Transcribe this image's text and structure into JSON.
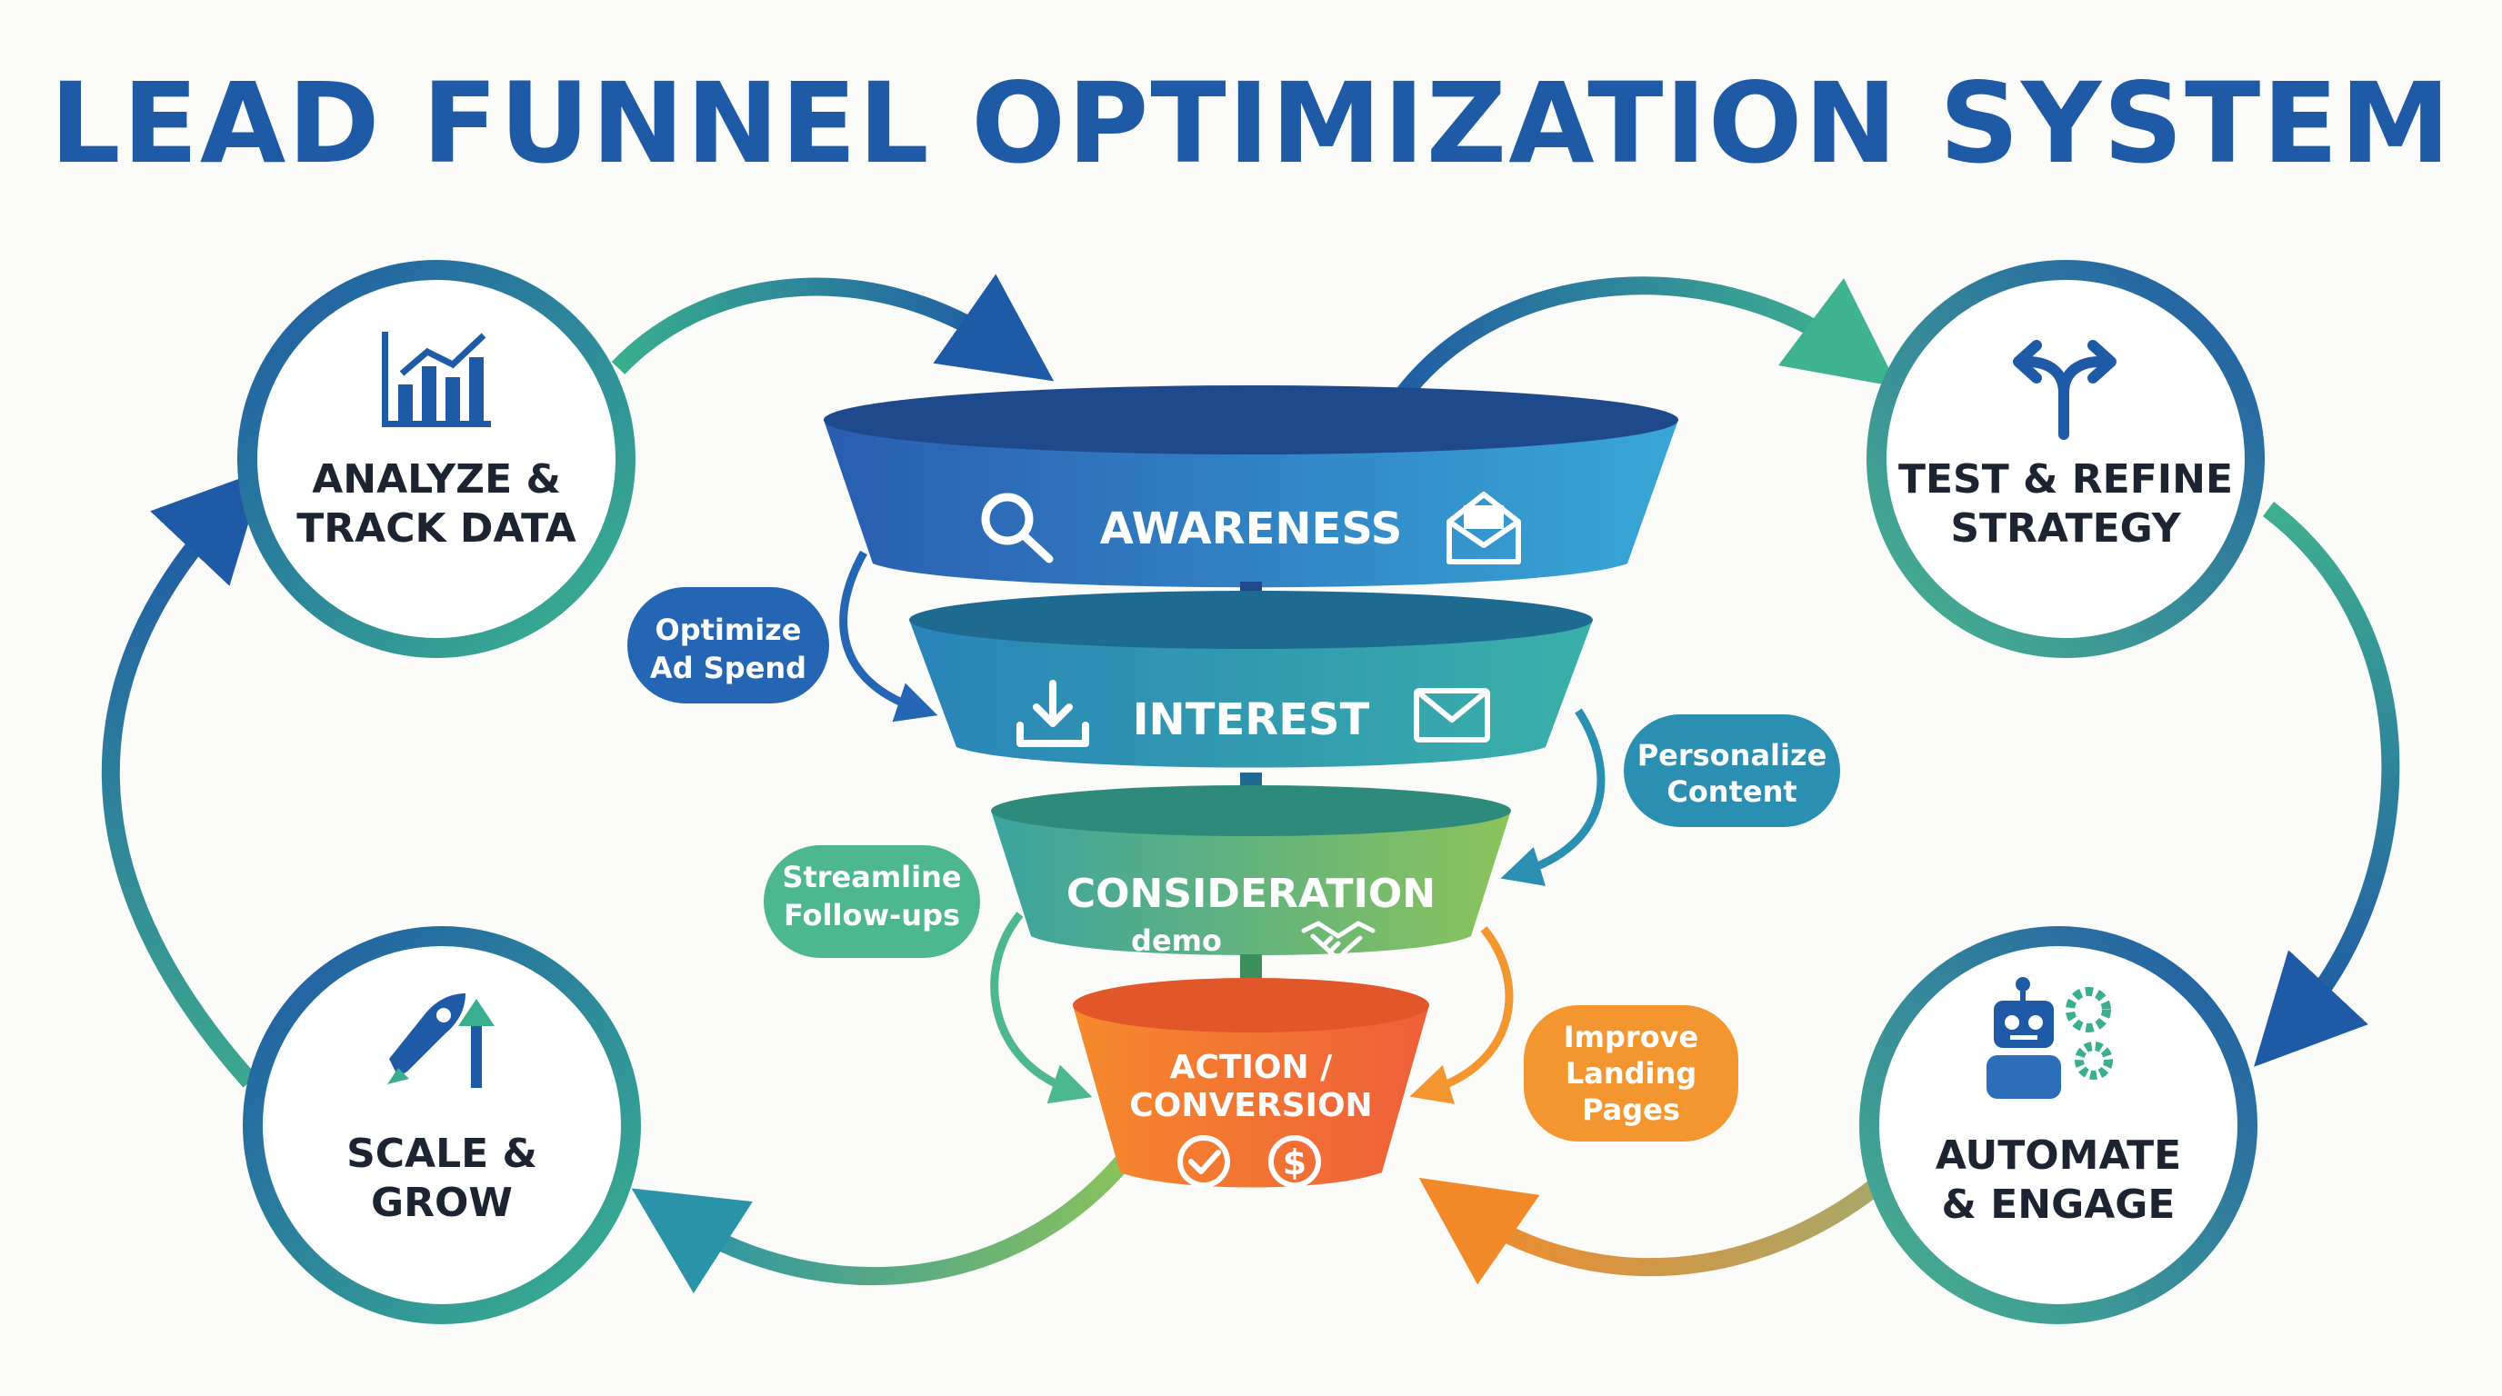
{
  "title": "LEAD FUNNEL OPTIMIZATION SYSTEM",
  "colors": {
    "title": "#1f5aa6",
    "cycle_blue": "#1f5aa6",
    "cycle_green": "#4db38a",
    "cycle_orange": "#f08a2a",
    "awareness": "#2f78c4",
    "interest": "#2b93b8",
    "consideration": "#4db08c",
    "action": "#f07a30",
    "pill_blue": "#2466b3",
    "pill_teal": "#2a8fb0",
    "pill_green": "#4db88f",
    "pill_orange": "#f4962f"
  },
  "cycle_steps": [
    {
      "id": "analyze",
      "line1": "ANALYZE &",
      "line2": "TRACK DATA",
      "icon": "bar-chart-icon"
    },
    {
      "id": "test",
      "line1": "TEST & REFINE",
      "line2": "STRATEGY",
      "icon": "split-arrows-icon"
    },
    {
      "id": "automate",
      "line1": "AUTOMATE",
      "line2": "& ENGAGE",
      "icon": "robot-gears-icon"
    },
    {
      "id": "scale",
      "line1": "SCALE &",
      "line2": "GROW",
      "icon": "rocket-growth-icon"
    }
  ],
  "funnel_stages": [
    {
      "id": "awareness",
      "label": "AWARENESS",
      "icons": [
        "search-icon",
        "email-open-icon"
      ]
    },
    {
      "id": "interest",
      "label": "INTEREST",
      "icons": [
        "download-icon",
        "envelope-icon"
      ]
    },
    {
      "id": "consideration",
      "label": "CONSIDERATION",
      "sub": "demo",
      "icons": [
        "handshake-icon"
      ]
    },
    {
      "id": "action",
      "line1": "ACTION /",
      "line2": "CONVERSION",
      "icons": [
        "check-icon",
        "dollar-icon"
      ]
    }
  ],
  "tactics": [
    {
      "id": "optimize-ad-spend",
      "line1": "Optimize",
      "line2": "Ad Spend"
    },
    {
      "id": "personalize-content",
      "line1": "Personalize",
      "line2": "Content"
    },
    {
      "id": "streamline-follow-ups",
      "line1": "Streamline",
      "line2": "Follow-ups"
    },
    {
      "id": "improve-landing-pages",
      "line1": "Improve",
      "line2": "Landing",
      "line3": "Pages"
    }
  ]
}
